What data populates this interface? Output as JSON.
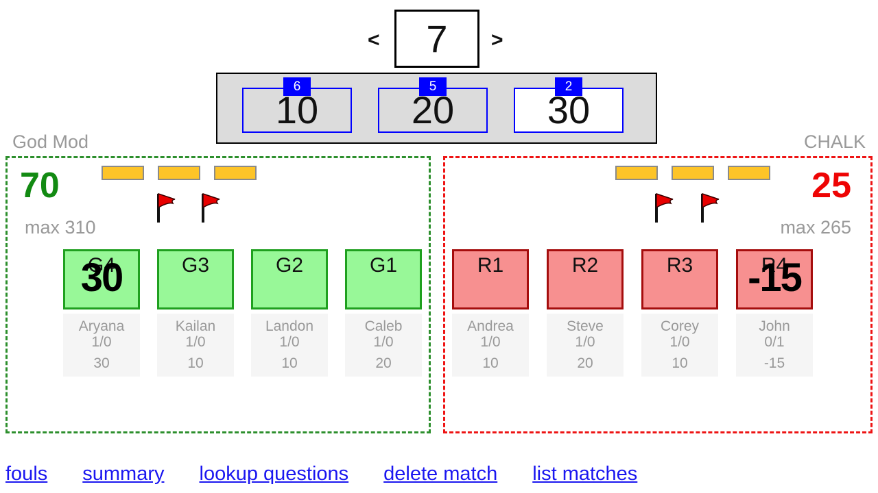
{
  "stepper": {
    "prev_label": "<",
    "next_label": ">",
    "value": "7"
  },
  "points_panel": {
    "options": [
      {
        "badge": "6",
        "value": "10",
        "selected": false
      },
      {
        "badge": "5",
        "value": "20",
        "selected": false
      },
      {
        "badge": "2",
        "value": "30",
        "selected": true
      }
    ]
  },
  "teams": [
    {
      "name": "God Mod",
      "score": "70",
      "max_label": "max 310",
      "timeout_bars": 3,
      "flags": 2,
      "accent_color": "#128a12",
      "box_fill": "#98f898",
      "box_border": "#1fa01f",
      "players": [
        {
          "id": "G4",
          "overlay": "30",
          "name": "Aryana",
          "record": "1/0",
          "points": "30"
        },
        {
          "id": "G3",
          "name": "Kailan",
          "record": "1/0",
          "points": "10"
        },
        {
          "id": "G2",
          "name": "Landon",
          "record": "1/0",
          "points": "10"
        },
        {
          "id": "G1",
          "name": "Caleb",
          "record": "1/0",
          "points": "20"
        }
      ]
    },
    {
      "name": "CHALK",
      "score": "25",
      "max_label": "max 265",
      "timeout_bars": 3,
      "flags": 2,
      "accent_color": "#ee0404",
      "box_fill": "#f79090",
      "box_border": "#a50d0d",
      "players": [
        {
          "id": "R1",
          "name": "Andrea",
          "record": "1/0",
          "points": "10"
        },
        {
          "id": "R2",
          "name": "Steve",
          "record": "1/0",
          "points": "20"
        },
        {
          "id": "R3",
          "name": "Corey",
          "record": "1/0",
          "points": "10"
        },
        {
          "id": "R4",
          "overlay": "-15",
          "name": "John",
          "record": "0/1",
          "points": "-15"
        }
      ]
    }
  ],
  "footer": {
    "links": [
      "fouls",
      "summary",
      "lookup questions",
      "delete match",
      "list matches"
    ]
  },
  "colors": {
    "panel_gray": "#dcdcdc",
    "selection_blue": "#0000ff",
    "timeout_yellow": "#fdc428",
    "flag_red": "#e80000",
    "muted_text": "#999999",
    "link_blue": "#1a16f0"
  }
}
